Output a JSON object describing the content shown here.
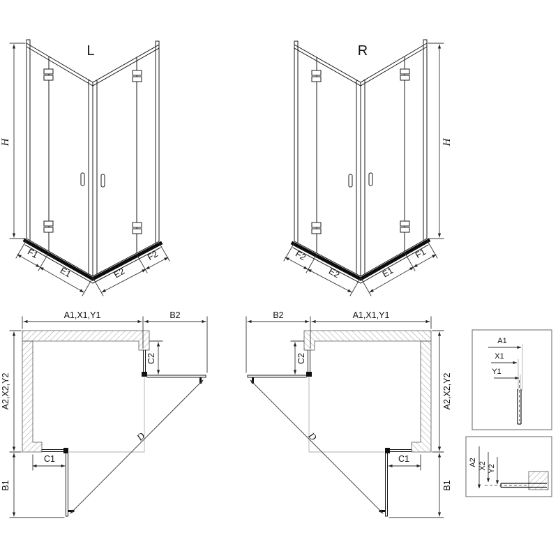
{
  "front_left": {
    "view_label": "L",
    "h": "H",
    "f1": "F1",
    "e1": "E1",
    "e2": "E2",
    "f2": "F2"
  },
  "front_right": {
    "view_label": "R",
    "h": "H",
    "f1": "F1",
    "e1": "E1",
    "e2": "E2",
    "f2": "F2"
  },
  "plan_left": {
    "width_top": "A1,X1,Y1",
    "door_width_top": "B2",
    "height_side": "A2,X2,Y2",
    "c2": "C2",
    "c1": "C1",
    "b1": "B1",
    "diagonal": "D"
  },
  "plan_right": {
    "width_top": "A1,X1,Y1",
    "door_width_top": "B2",
    "height_side": "A2,X2,Y2",
    "c2": "C2",
    "c1": "C1",
    "b1": "B1",
    "diagonal": "D"
  },
  "detail_top": {
    "a1": "A1",
    "x1": "X1",
    "y1": "Y1"
  },
  "detail_bottom": {
    "a2": "A2",
    "x2": "X2",
    "y2": "Y2"
  }
}
